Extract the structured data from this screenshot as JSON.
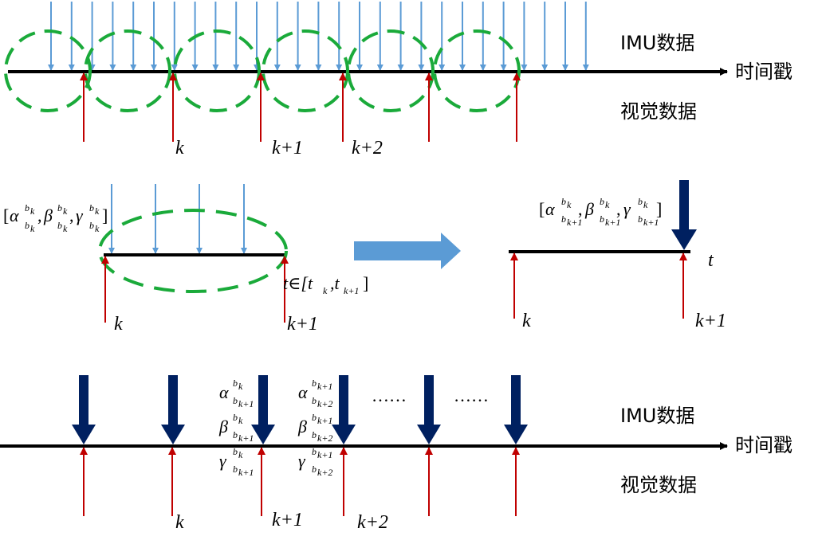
{
  "labels": {
    "imu": "IMU数据",
    "timestamp": "时间戳",
    "visual": "视觉数据",
    "k": "k",
    "k1": "k+1",
    "k2": "k+2",
    "t": "t",
    "interval": "t∈[t",
    "dots": "……"
  },
  "colors": {
    "imu_arrow": "#5b9bd5",
    "visual_arrow": "#c00000",
    "preint_arrow": "#002060",
    "ellipse": "#1aaa3a",
    "transfer_arrow": "#5b9bd5",
    "axis": "#000000"
  },
  "icons": {
    "transfer": "right-arrow-icon"
  }
}
